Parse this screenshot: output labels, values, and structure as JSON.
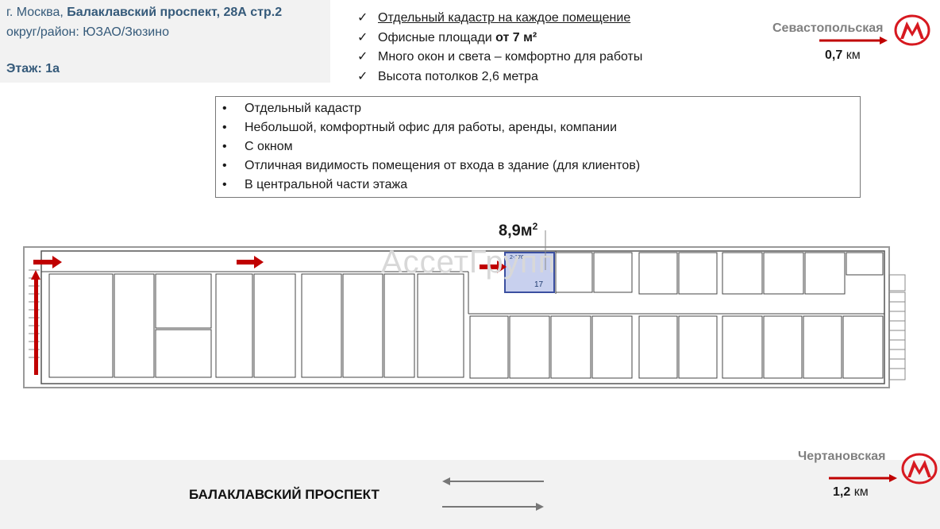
{
  "address": {
    "city": "г. Москва, ",
    "street": "Балаклавский проспект, 28А стр.2",
    "district": "округ/район: ЮЗАО/Зюзино",
    "floor": "Этаж: 1а"
  },
  "features": [
    {
      "mark": "✓",
      "text": "Отдельный кадастр на каждое помещение"
    },
    {
      "mark": "✓",
      "text_before": "Офисные площади ",
      "text_bold": "от 7 м²"
    },
    {
      "mark": "✓",
      "text": "Много окон и света – комфортно для работы"
    },
    {
      "mark": "✓",
      "text": "Высота потолков 2,6 метра"
    }
  ],
  "callout_items": [
    "Отдельный кадастр",
    "Небольшой, комфортный офис для работы, аренды, компании",
    "С окном",
    "Отличная видимость помещения от входа в здание (для клиентов)",
    "В центральной части этажа"
  ],
  "area": {
    "value": "8,9м",
    "sup": "2"
  },
  "room": {
    "code": "2-176",
    "number": "17",
    "highlight_color": "#5b6fb8"
  },
  "metro_top": {
    "name": "Севастопольская",
    "distance": "0,7",
    "unit": "км",
    "logo_color": "#d71920"
  },
  "metro_bottom": {
    "name": "Чертановская",
    "distance": "1,2",
    "unit": "км",
    "logo_color": "#d71920"
  },
  "street_label": "БАЛАКЛАВСКИЙ ПРОСПЕКТ",
  "watermark": "АссетГрупп",
  "colors": {
    "arrow": "#c00000",
    "wall": "#444444",
    "band": "#f2f2f2"
  }
}
